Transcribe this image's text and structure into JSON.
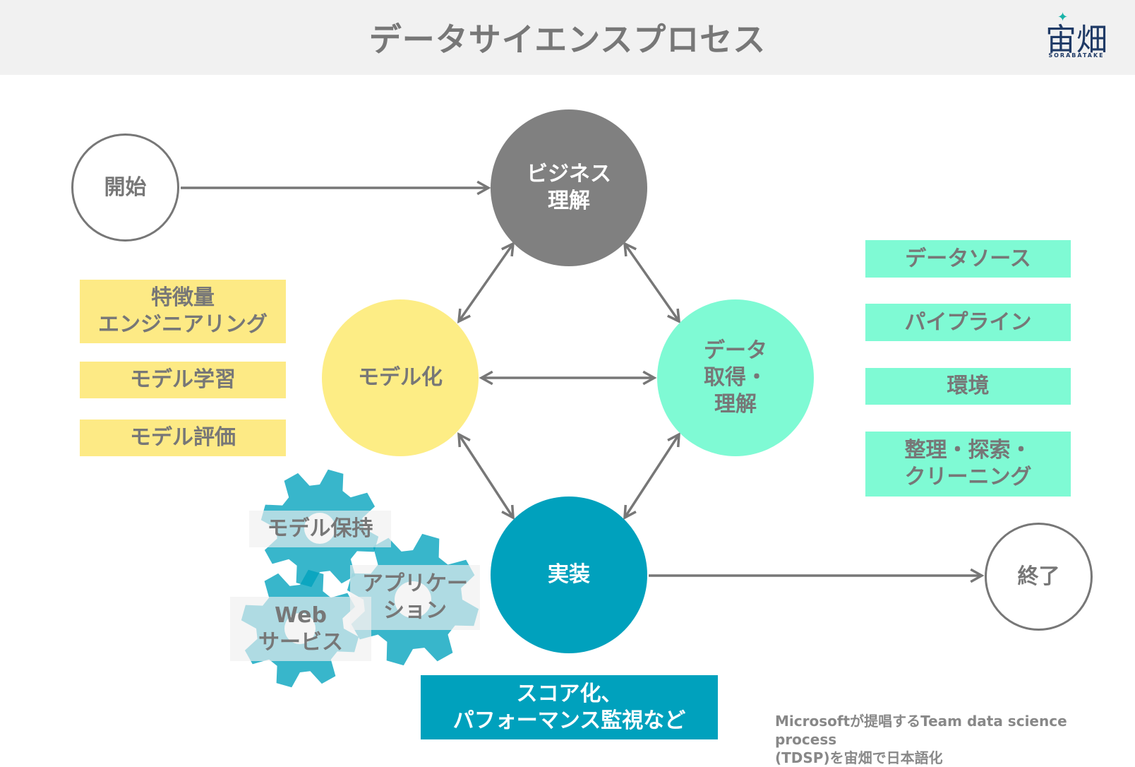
{
  "header": {
    "title": "データサイエンスプロセス",
    "logo": {
      "text": "宙畑",
      "subtext": "SORABATAKE"
    }
  },
  "nodes": {
    "start": "開始",
    "end": "終了",
    "business": "ビジネス\n理解",
    "data": "データ\n取得・\n理解",
    "modeling": "モデル化",
    "deployment": "実装"
  },
  "modeling_tasks": [
    "特徴量\nエンジニアリング",
    "モデル学習",
    "モデル評価"
  ],
  "data_tasks": [
    "データソース",
    "パイプライン",
    "環境",
    "整理・探索・\nクリーニング"
  ],
  "deployment_gears": [
    "モデル保持",
    "アプリケー\nション",
    "Web\nサービス"
  ],
  "deployment_note": "スコア化、\nパフォーマンス監視など",
  "source_note": "Microsoftが提唱するTeam data science process\n(TDSP)を宙畑で日本語化",
  "colors": {
    "gray_node": "#808080",
    "data_green": "#7ffad4",
    "model_yellow": "#fded85",
    "deploy_teal": "#00a1bd",
    "gear_blue": "#00a1bd",
    "arrow": "#777777"
  }
}
